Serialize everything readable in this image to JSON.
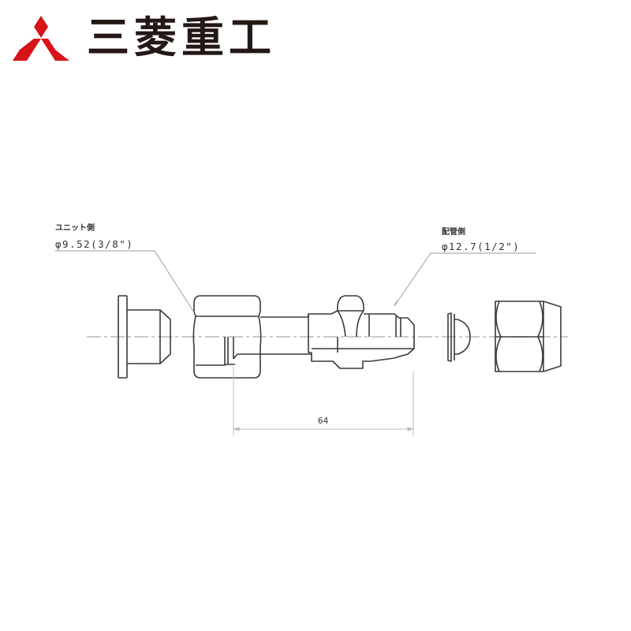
{
  "brand": {
    "name": "三菱重工",
    "logo_icon": "three-diamonds-icon",
    "logo_color": "#d7141a",
    "text_color": "#231815"
  },
  "drawing": {
    "left_callout": {
      "heading": "ユニット側",
      "diameter": "φ9.52(3/8\")"
    },
    "right_callout": {
      "heading": "配管側",
      "diameter": "φ12.7(1/2\")"
    },
    "dimension": {
      "value": "64"
    },
    "parts": [
      "flare-cap",
      "flare-nut-unit-side",
      "reducer-union-body",
      "dome-cap",
      "flare-nut-pipe-side"
    ],
    "line_color": "#3a3a3a",
    "centerline_color": "#aaaaaa"
  }
}
